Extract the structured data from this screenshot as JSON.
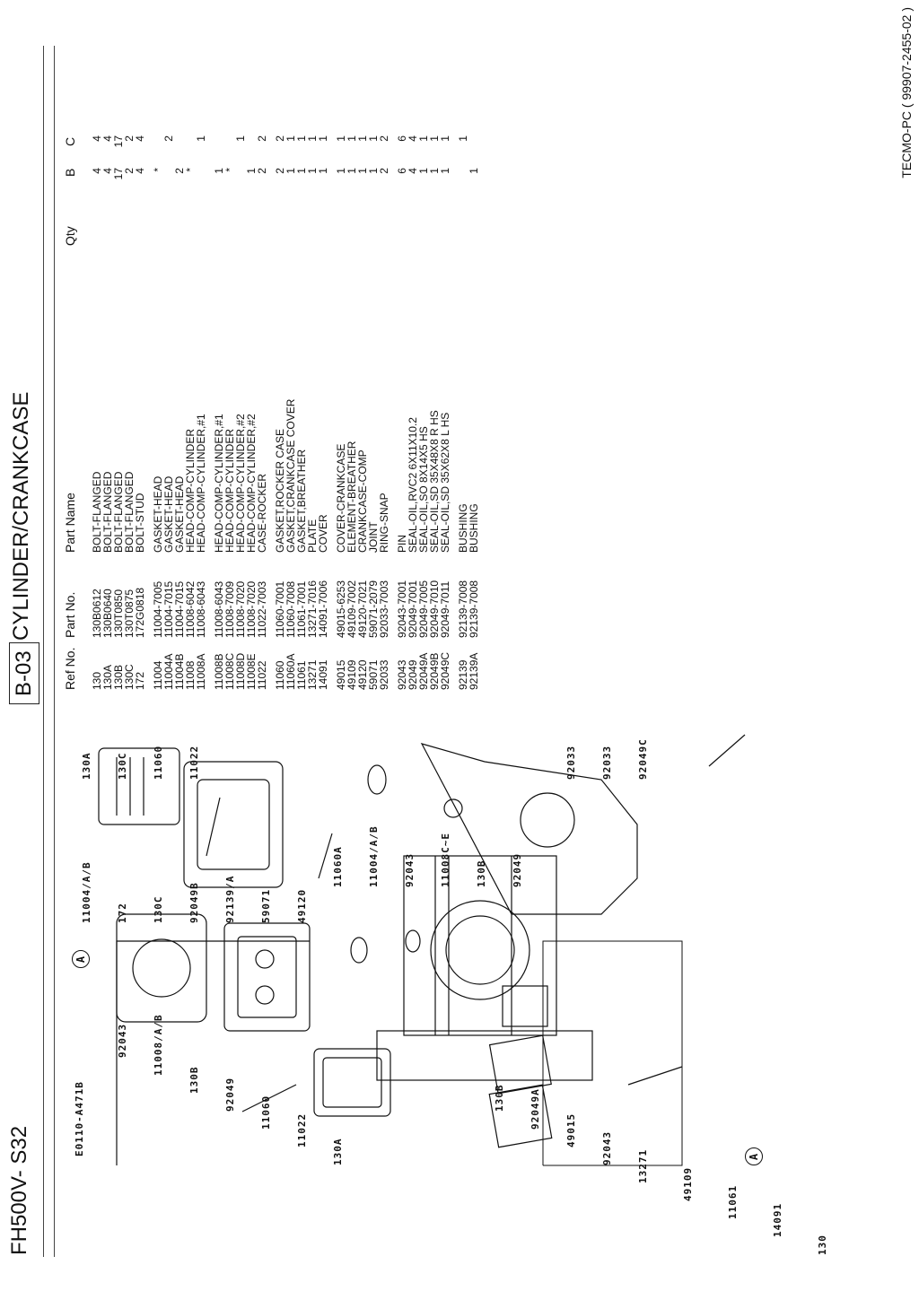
{
  "header": {
    "model": "FH500V- S32",
    "page_code": "B-03",
    "title": "CYLINDER/CRANKCASE"
  },
  "footer": {
    "text": "TECMO-PC ( 99907-2455-02 )"
  },
  "diagram": {
    "code": "E0110-A471B",
    "callouts": [
      "130",
      "14091",
      "11061",
      "49109",
      "13271",
      "92043",
      "49015",
      "92049A",
      "130B",
      "130A",
      "11022",
      "11060",
      "92049",
      "130B",
      "11008/A/B",
      "92043",
      "11004/A/B",
      "172",
      "130C",
      "92049B",
      "92139/A",
      "59071",
      "49120",
      "11060A",
      "11004/A/B",
      "92043",
      "11008C~E",
      "130B",
      "92049",
      "130A",
      "130C",
      "11060",
      "11022",
      "92033",
      "92033",
      "92049C"
    ],
    "markers": [
      "A",
      "A"
    ]
  },
  "table": {
    "headers": {
      "ref": "Ref No.",
      "part_no": "Part No.",
      "name": "Part Name",
      "qty": "Qty",
      "b": "B",
      "c": "C"
    },
    "groups": [
      [
        {
          "ref": "130",
          "pno": "130B0612",
          "name": "BOLT-FLANGED",
          "b": "4",
          "c": "4"
        },
        {
          "ref": "130A",
          "pno": "130B0640",
          "name": "BOLT-FLANGED",
          "b": "4",
          "c": "4"
        },
        {
          "ref": "130B",
          "pno": "130T0850",
          "name": "BOLT-FLANGED",
          "b": "17",
          "c": "17"
        },
        {
          "ref": "130C",
          "pno": "130T0875",
          "name": "BOLT-FLANGED",
          "b": "2",
          "c": "2"
        },
        {
          "ref": "172",
          "pno": "172G0818",
          "name": "BOLT-STUD",
          "b": "4",
          "c": "4"
        }
      ],
      [
        {
          "ref": "11004",
          "pno": "11004-7005",
          "name": "GASKET-HEAD",
          "b": "*",
          "c": ""
        },
        {
          "ref": "11004A",
          "pno": "11004-7015",
          "name": "GASKET-HEAD",
          "b": "",
          "c": "2"
        },
        {
          "ref": "11004B",
          "pno": "11004-7015",
          "name": "GASKET-HEAD",
          "b": "2",
          "c": ""
        },
        {
          "ref": "11008",
          "pno": "11008-6042",
          "name": "HEAD-COMP-CYLINDER",
          "b": "*",
          "c": ""
        },
        {
          "ref": "11008A",
          "pno": "11008-6043",
          "name": "HEAD-COMP-CYLINDER,#1",
          "b": "",
          "c": "1"
        }
      ],
      [
        {
          "ref": "11008B",
          "pno": "11008-6043",
          "name": "HEAD-COMP-CYLINDER,#1",
          "b": "1",
          "c": ""
        },
        {
          "ref": "11008C",
          "pno": "11008-7009",
          "name": "HEAD-COMP-CYLINDER",
          "b": "*",
          "c": ""
        },
        {
          "ref": "11008D",
          "pno": "11008-7020",
          "name": "HEAD-COMP-CYLINDER,#2",
          "b": "",
          "c": "1"
        },
        {
          "ref": "11008E",
          "pno": "11008-7020",
          "name": "HEAD-COMP-CYLINDER,#2",
          "b": "1",
          "c": ""
        },
        {
          "ref": "11022",
          "pno": "11022-7003",
          "name": "CASE-ROCKER",
          "b": "2",
          "c": "2"
        }
      ],
      [
        {
          "ref": "11060",
          "pno": "11060-7001",
          "name": "GASKET,ROCKER CASE",
          "b": "2",
          "c": "2"
        },
        {
          "ref": "11060A",
          "pno": "11060-7008",
          "name": "GASKET,CRANKCASE COVER",
          "b": "1",
          "c": "1"
        },
        {
          "ref": "11061",
          "pno": "11061-7001",
          "name": "GASKET,BREATHER",
          "b": "1",
          "c": "1"
        },
        {
          "ref": "13271",
          "pno": "13271-7016",
          "name": "PLATE",
          "b": "1",
          "c": "1"
        },
        {
          "ref": "14091",
          "pno": "14091-7006",
          "name": "COVER",
          "b": "1",
          "c": "1"
        }
      ],
      [
        {
          "ref": "49015",
          "pno": "49015-6253",
          "name": "COVER-CRANKCASE",
          "b": "1",
          "c": "1"
        },
        {
          "ref": "49109",
          "pno": "49109-7002",
          "name": "ELEMENT-BREATHER",
          "b": "1",
          "c": "1"
        },
        {
          "ref": "49120",
          "pno": "49120-7021",
          "name": "CRANKCASE-COMP",
          "b": "1",
          "c": "1"
        },
        {
          "ref": "59071",
          "pno": "59071-2079",
          "name": "JOINT",
          "b": "1",
          "c": "1"
        },
        {
          "ref": "92033",
          "pno": "92033-7003",
          "name": "RING-SNAP",
          "b": "2",
          "c": "2"
        }
      ],
      [
        {
          "ref": "92043",
          "pno": "92043-7001",
          "name": "PIN",
          "b": "6",
          "c": "6"
        },
        {
          "ref": "92049",
          "pno": "92049-7001",
          "name": "SEAL-OIL,RVC2 6X11X10.2",
          "b": "4",
          "c": "4"
        },
        {
          "ref": "92049A",
          "pno": "92049-7005",
          "name": "SEAL-OIL,SO 8X14X5 HS",
          "b": "1",
          "c": "1"
        },
        {
          "ref": "92049B",
          "pno": "92049-7010",
          "name": "SEAL-OIL,SD 35X48X8 R HS",
          "b": "1",
          "c": "1"
        },
        {
          "ref": "92049C",
          "pno": "92049-7011",
          "name": "SEAL-OIL,SD 35X62X8 L HS",
          "b": "1",
          "c": "1"
        }
      ],
      [
        {
          "ref": "92139",
          "pno": "92139-7008",
          "name": "BUSHING",
          "b": "",
          "c": "1"
        },
        {
          "ref": "92139A",
          "pno": "92139-7008",
          "name": "BUSHING",
          "b": "1",
          "c": ""
        }
      ]
    ]
  }
}
